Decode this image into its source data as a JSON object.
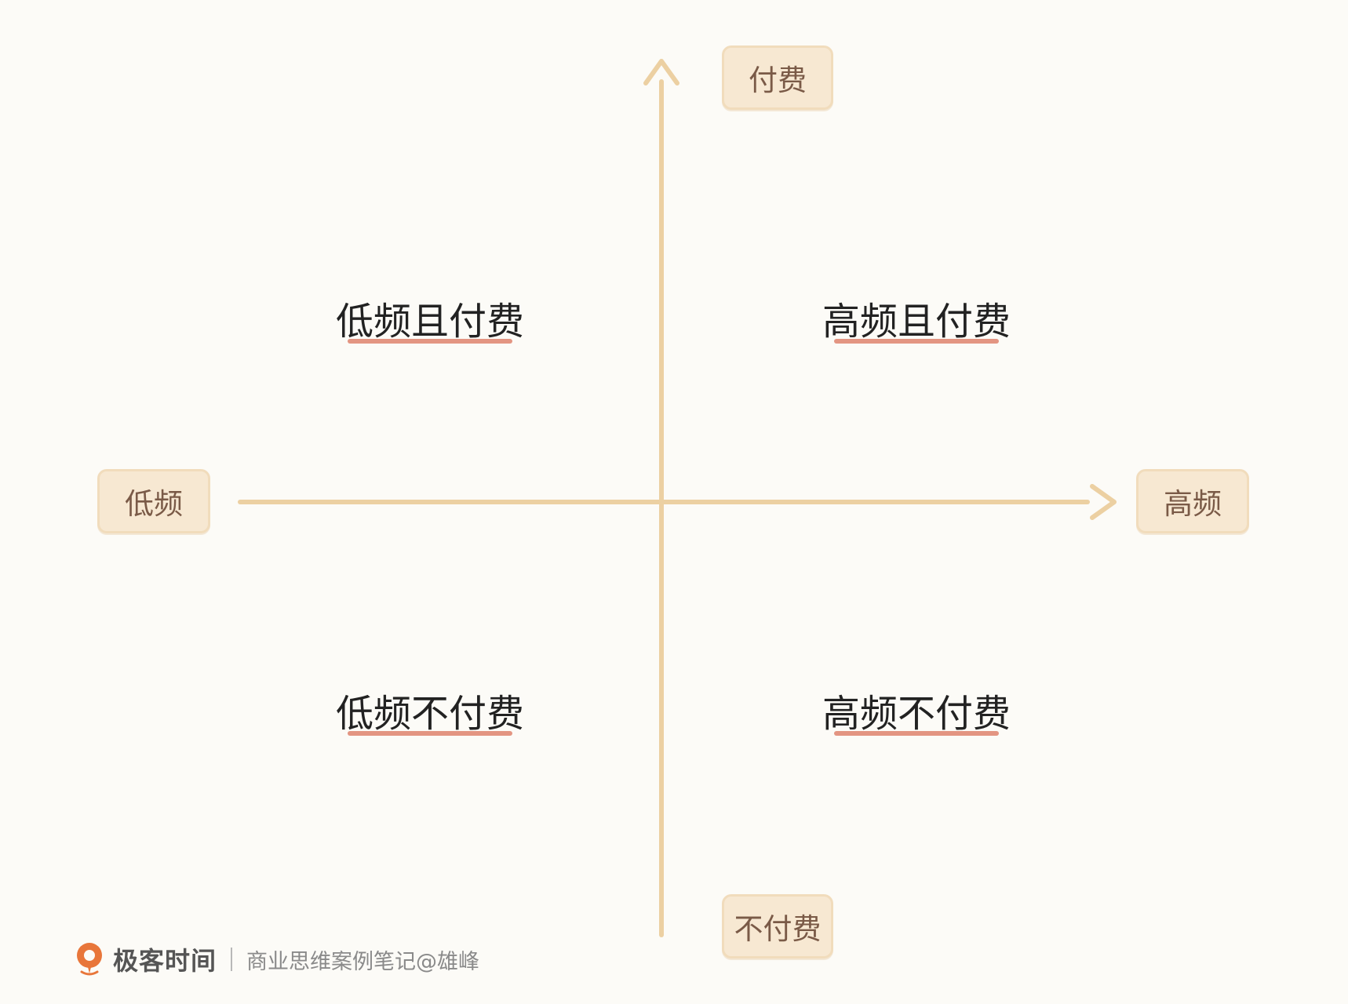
{
  "axis_labels": {
    "top": "付费",
    "bottom": "不付费",
    "left": "低频",
    "right": "高频"
  },
  "quadrants": {
    "top_left": "低频且付费",
    "top_right": "高频且付费",
    "bottom_left": "低频不付费",
    "bottom_right": "高频不付费"
  },
  "footer": {
    "brand": "极客时间",
    "caption": "商业思维案例笔记@雄峰"
  },
  "colors": {
    "axis": "#ecd0a2",
    "tag_fill": "#f7e8d2",
    "tag_text": "#7a5a47",
    "underline": "#e08a74",
    "logo": "#e8763a",
    "background": "#fcfbf7"
  },
  "icons": {
    "brand_logo": "geek-time-logo-icon"
  }
}
